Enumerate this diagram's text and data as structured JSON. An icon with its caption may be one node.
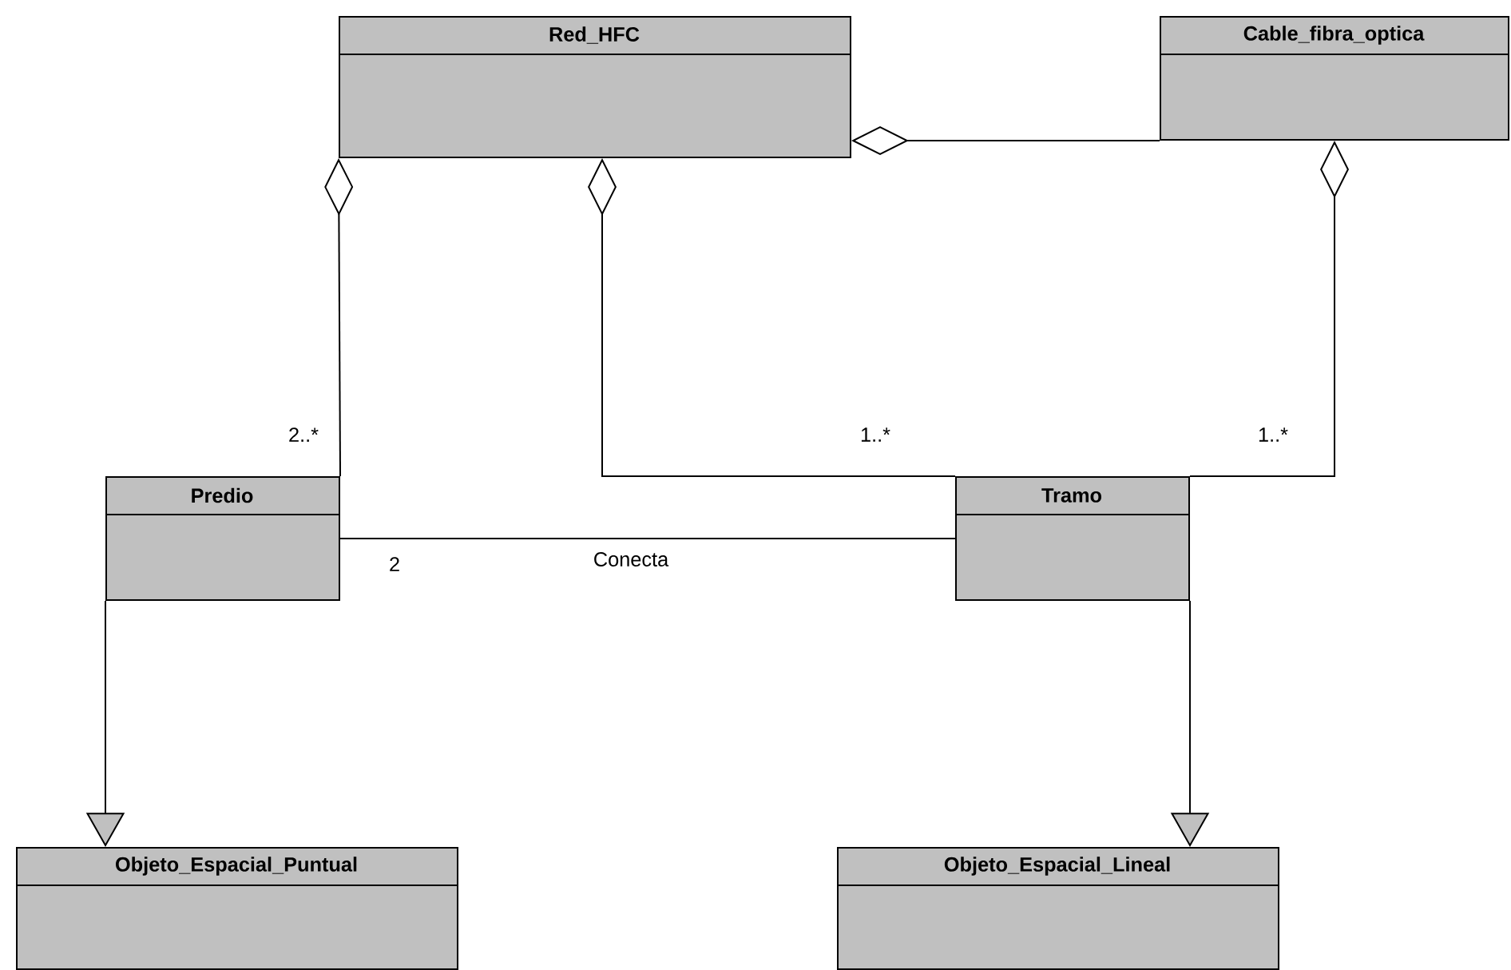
{
  "diagram": {
    "nodes": [
      {
        "text": [
          "Red_HFC"
        ]
      },
      {
        "text": [
          "Cable_fibra_optica"
        ]
      },
      {
        "text": [
          "Predio"
        ]
      },
      {
        "text": [
          "Tramo"
        ]
      },
      {
        "text": [
          "Objeto_Espacial_Puntual"
        ]
      },
      {
        "text": [
          "Objeto_Espacial_Lineal"
        ]
      }
    ],
    "edges": [
      {
        "from": 0,
        "to": 1,
        "arrow": "other"
      },
      {
        "from": 0,
        "to": 2,
        "arrow": "other"
      },
      {
        "from": 0,
        "to": 3,
        "arrow": "other"
      },
      {
        "from": 1,
        "to": 3,
        "arrow": "other"
      },
      {
        "from": 2,
        "to": 3,
        "arrow": "none",
        "label": "Conecta"
      },
      {
        "from": 2,
        "to": 4,
        "arrow": "to"
      },
      {
        "from": 3,
        "to": 5,
        "arrow": "to"
      }
    ],
    "labels": [
      "2..*",
      "1..*",
      "1..*",
      "2"
    ]
  }
}
